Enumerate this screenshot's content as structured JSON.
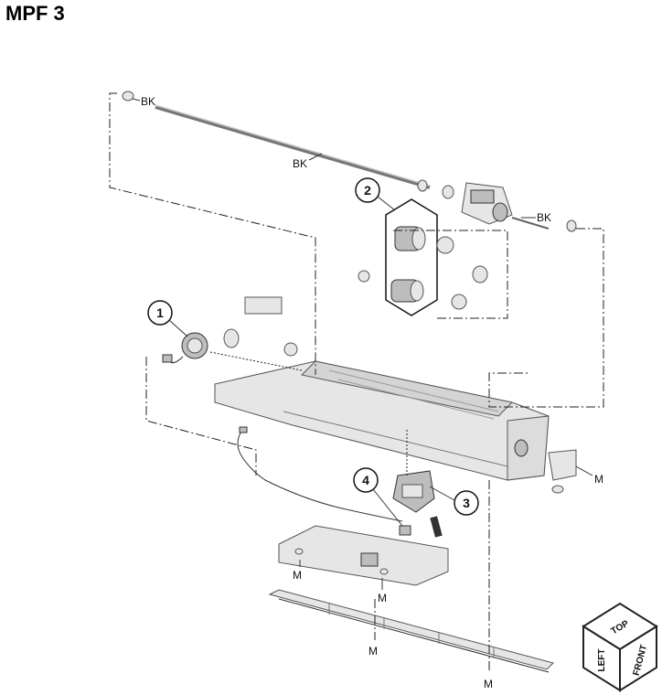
{
  "title": "MPF 3",
  "callouts": [
    "1",
    "2",
    "3",
    "4"
  ],
  "labels": {
    "bk_top": "BK",
    "bk_middle": "BK",
    "bk_right": "BK",
    "m_right": "M",
    "m_sensor": "M",
    "m_board": "M",
    "m_guide": "M",
    "m_bottom": "M"
  },
  "orientation_cube": {
    "top": "TOP",
    "left": "LEFT",
    "front": "FRONT"
  }
}
